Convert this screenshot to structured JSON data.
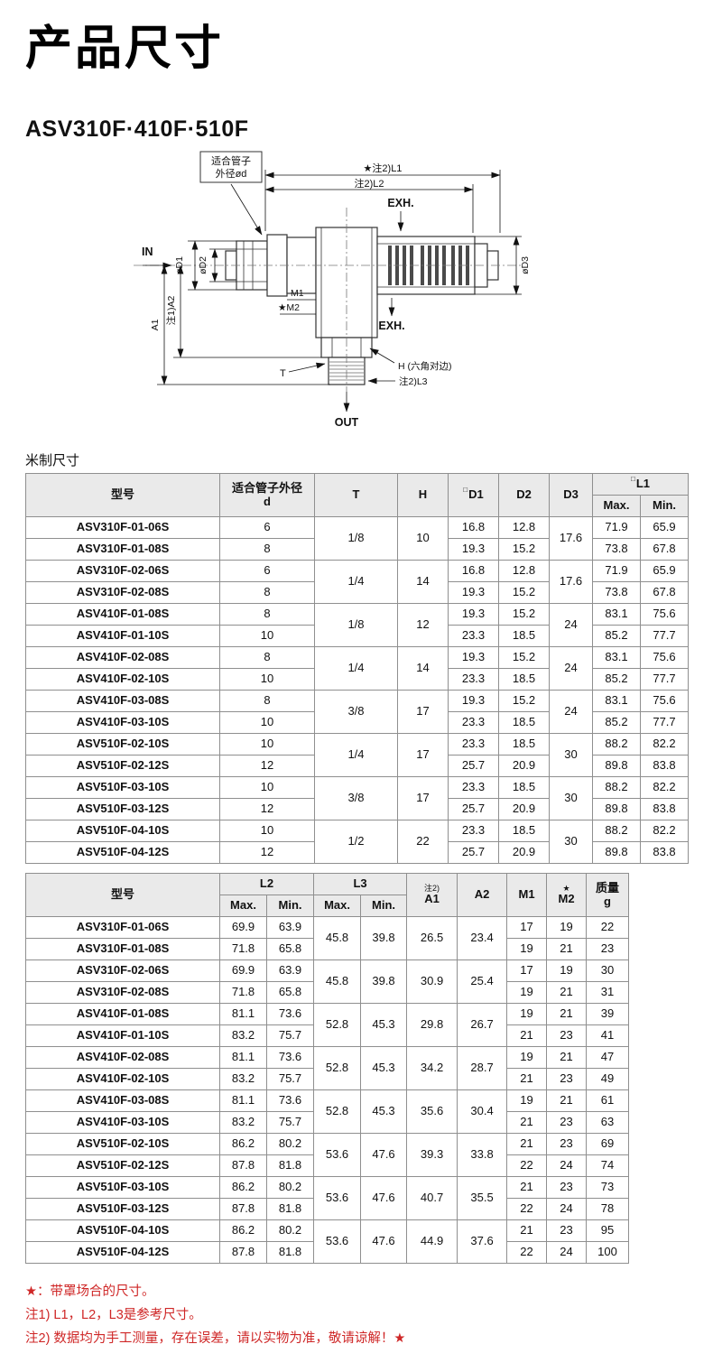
{
  "page": {
    "title": "产品尺寸",
    "series": "ASV310F·410F·510F",
    "metric_label": "米制尺寸"
  },
  "diagram": {
    "tube_od_line1": "适合管子",
    "tube_od_line2": "外径ød",
    "l1": "★注2)L1",
    "l2": "注2)L2",
    "l3": "注2)L3",
    "exh": "EXH.",
    "in": "IN",
    "out": "OUT",
    "d1": "øD1",
    "d2": "øD2",
    "d3": "øD3",
    "a1": "A1",
    "a2": "注1)A2",
    "m1": "M1",
    "m2": "★M2",
    "h": "H (六角对边)",
    "t": "T"
  },
  "table1": {
    "headers": {
      "model": "型号",
      "d_top": "适合管子外径",
      "d_bottom": "d",
      "t": "T",
      "h": "H",
      "d1_mark": "□",
      "d1": "D1",
      "d2": "D2",
      "d3": "D3",
      "l1_mark": "□",
      "l1": "L1",
      "max": "Max.",
      "min": "Min."
    },
    "groups": [
      {
        "t": "1/8",
        "h": "10",
        "d3": "17.6",
        "rows": [
          {
            "model": "ASV310F-01-06S",
            "d": "6",
            "d1": "16.8",
            "d2": "12.8",
            "l1max": "71.9",
            "l1min": "65.9"
          },
          {
            "model": "ASV310F-01-08S",
            "d": "8",
            "d1": "19.3",
            "d2": "15.2",
            "l1max": "73.8",
            "l1min": "67.8"
          }
        ]
      },
      {
        "t": "1/4",
        "h": "14",
        "d3": "17.6",
        "rows": [
          {
            "model": "ASV310F-02-06S",
            "d": "6",
            "d1": "16.8",
            "d2": "12.8",
            "l1max": "71.9",
            "l1min": "65.9"
          },
          {
            "model": "ASV310F-02-08S",
            "d": "8",
            "d1": "19.3",
            "d2": "15.2",
            "l1max": "73.8",
            "l1min": "67.8"
          }
        ]
      },
      {
        "t": "1/8",
        "h": "12",
        "d3": "24",
        "rows": [
          {
            "model": "ASV410F-01-08S",
            "d": "8",
            "d1": "19.3",
            "d2": "15.2",
            "l1max": "83.1",
            "l1min": "75.6"
          },
          {
            "model": "ASV410F-01-10S",
            "d": "10",
            "d1": "23.3",
            "d2": "18.5",
            "l1max": "85.2",
            "l1min": "77.7"
          }
        ]
      },
      {
        "t": "1/4",
        "h": "14",
        "d3": "24",
        "rows": [
          {
            "model": "ASV410F-02-08S",
            "d": "8",
            "d1": "19.3",
            "d2": "15.2",
            "l1max": "83.1",
            "l1min": "75.6"
          },
          {
            "model": "ASV410F-02-10S",
            "d": "10",
            "d1": "23.3",
            "d2": "18.5",
            "l1max": "85.2",
            "l1min": "77.7"
          }
        ]
      },
      {
        "t": "3/8",
        "h": "17",
        "d3": "24",
        "rows": [
          {
            "model": "ASV410F-03-08S",
            "d": "8",
            "d1": "19.3",
            "d2": "15.2",
            "l1max": "83.1",
            "l1min": "75.6"
          },
          {
            "model": "ASV410F-03-10S",
            "d": "10",
            "d1": "23.3",
            "d2": "18.5",
            "l1max": "85.2",
            "l1min": "77.7"
          }
        ]
      },
      {
        "t": "1/4",
        "h": "17",
        "d3": "30",
        "rows": [
          {
            "model": "ASV510F-02-10S",
            "d": "10",
            "d1": "23.3",
            "d2": "18.5",
            "l1max": "88.2",
            "l1min": "82.2"
          },
          {
            "model": "ASV510F-02-12S",
            "d": "12",
            "d1": "25.7",
            "d2": "20.9",
            "l1max": "89.8",
            "l1min": "83.8"
          }
        ]
      },
      {
        "t": "3/8",
        "h": "17",
        "d3": "30",
        "rows": [
          {
            "model": "ASV510F-03-10S",
            "d": "10",
            "d1": "23.3",
            "d2": "18.5",
            "l1max": "88.2",
            "l1min": "82.2"
          },
          {
            "model": "ASV510F-03-12S",
            "d": "12",
            "d1": "25.7",
            "d2": "20.9",
            "l1max": "89.8",
            "l1min": "83.8"
          }
        ]
      },
      {
        "t": "1/2",
        "h": "22",
        "d3": "30",
        "rows": [
          {
            "model": "ASV510F-04-10S",
            "d": "10",
            "d1": "23.3",
            "d2": "18.5",
            "l1max": "88.2",
            "l1min": "82.2"
          },
          {
            "model": "ASV510F-04-12S",
            "d": "12",
            "d1": "25.7",
            "d2": "20.9",
            "l1max": "89.8",
            "l1min": "83.8"
          }
        ]
      }
    ]
  },
  "table2": {
    "headers": {
      "model": "型号",
      "l2": "L2",
      "l3": "L3",
      "a1_mark": "注2)",
      "a1": "A1",
      "a2": "A2",
      "m1": "M1",
      "m2_mark": "★",
      "m2": "M2",
      "mass_top": "质量",
      "mass_bottom": "g",
      "max": "Max.",
      "min": "Min."
    },
    "groups": [
      {
        "l3max": "45.8",
        "l3min": "39.8",
        "a1": "26.5",
        "a2": "23.4",
        "rows": [
          {
            "model": "ASV310F-01-06S",
            "l2max": "69.9",
            "l2min": "63.9",
            "m1": "17",
            "m2": "19",
            "mass": "22"
          },
          {
            "model": "ASV310F-01-08S",
            "l2max": "71.8",
            "l2min": "65.8",
            "m1": "19",
            "m2": "21",
            "mass": "23"
          }
        ]
      },
      {
        "l3max": "45.8",
        "l3min": "39.8",
        "a1": "30.9",
        "a2": "25.4",
        "rows": [
          {
            "model": "ASV310F-02-06S",
            "l2max": "69.9",
            "l2min": "63.9",
            "m1": "17",
            "m2": "19",
            "mass": "30"
          },
          {
            "model": "ASV310F-02-08S",
            "l2max": "71.8",
            "l2min": "65.8",
            "m1": "19",
            "m2": "21",
            "mass": "31"
          }
        ]
      },
      {
        "l3max": "52.8",
        "l3min": "45.3",
        "a1": "29.8",
        "a2": "26.7",
        "rows": [
          {
            "model": "ASV410F-01-08S",
            "l2max": "81.1",
            "l2min": "73.6",
            "m1": "19",
            "m2": "21",
            "mass": "39"
          },
          {
            "model": "ASV410F-01-10S",
            "l2max": "83.2",
            "l2min": "75.7",
            "m1": "21",
            "m2": "23",
            "mass": "41"
          }
        ]
      },
      {
        "l3max": "52.8",
        "l3min": "45.3",
        "a1": "34.2",
        "a2": "28.7",
        "rows": [
          {
            "model": "ASV410F-02-08S",
            "l2max": "81.1",
            "l2min": "73.6",
            "m1": "19",
            "m2": "21",
            "mass": "47"
          },
          {
            "model": "ASV410F-02-10S",
            "l2max": "83.2",
            "l2min": "75.7",
            "m1": "21",
            "m2": "23",
            "mass": "49"
          }
        ]
      },
      {
        "l3max": "52.8",
        "l3min": "45.3",
        "a1": "35.6",
        "a2": "30.4",
        "rows": [
          {
            "model": "ASV410F-03-08S",
            "l2max": "81.1",
            "l2min": "73.6",
            "m1": "19",
            "m2": "21",
            "mass": "61"
          },
          {
            "model": "ASV410F-03-10S",
            "l2max": "83.2",
            "l2min": "75.7",
            "m1": "21",
            "m2": "23",
            "mass": "63"
          }
        ]
      },
      {
        "l3max": "53.6",
        "l3min": "47.6",
        "a1": "39.3",
        "a2": "33.8",
        "rows": [
          {
            "model": "ASV510F-02-10S",
            "l2max": "86.2",
            "l2min": "80.2",
            "m1": "21",
            "m2": "23",
            "mass": "69"
          },
          {
            "model": "ASV510F-02-12S",
            "l2max": "87.8",
            "l2min": "81.8",
            "m1": "22",
            "m2": "24",
            "mass": "74"
          }
        ]
      },
      {
        "l3max": "53.6",
        "l3min": "47.6",
        "a1": "40.7",
        "a2": "35.5",
        "rows": [
          {
            "model": "ASV510F-03-10S",
            "l2max": "86.2",
            "l2min": "80.2",
            "m1": "21",
            "m2": "23",
            "mass": "73"
          },
          {
            "model": "ASV510F-03-12S",
            "l2max": "87.8",
            "l2min": "81.8",
            "m1": "22",
            "m2": "24",
            "mass": "78"
          }
        ]
      },
      {
        "l3max": "53.6",
        "l3min": "47.6",
        "a1": "44.9",
        "a2": "37.6",
        "rows": [
          {
            "model": "ASV510F-04-10S",
            "l2max": "86.2",
            "l2min": "80.2",
            "m1": "21",
            "m2": "23",
            "mass": "95"
          },
          {
            "model": "ASV510F-04-12S",
            "l2max": "87.8",
            "l2min": "81.8",
            "m1": "22",
            "m2": "24",
            "mass": "100"
          }
        ]
      }
    ]
  },
  "notes": [
    "★：带罩场合的尺寸。",
    "注1) L1，L2，L3是参考尺寸。",
    "注2) 数据均为手工测量，存在误差，请以实物为准，敬请谅解！★"
  ]
}
